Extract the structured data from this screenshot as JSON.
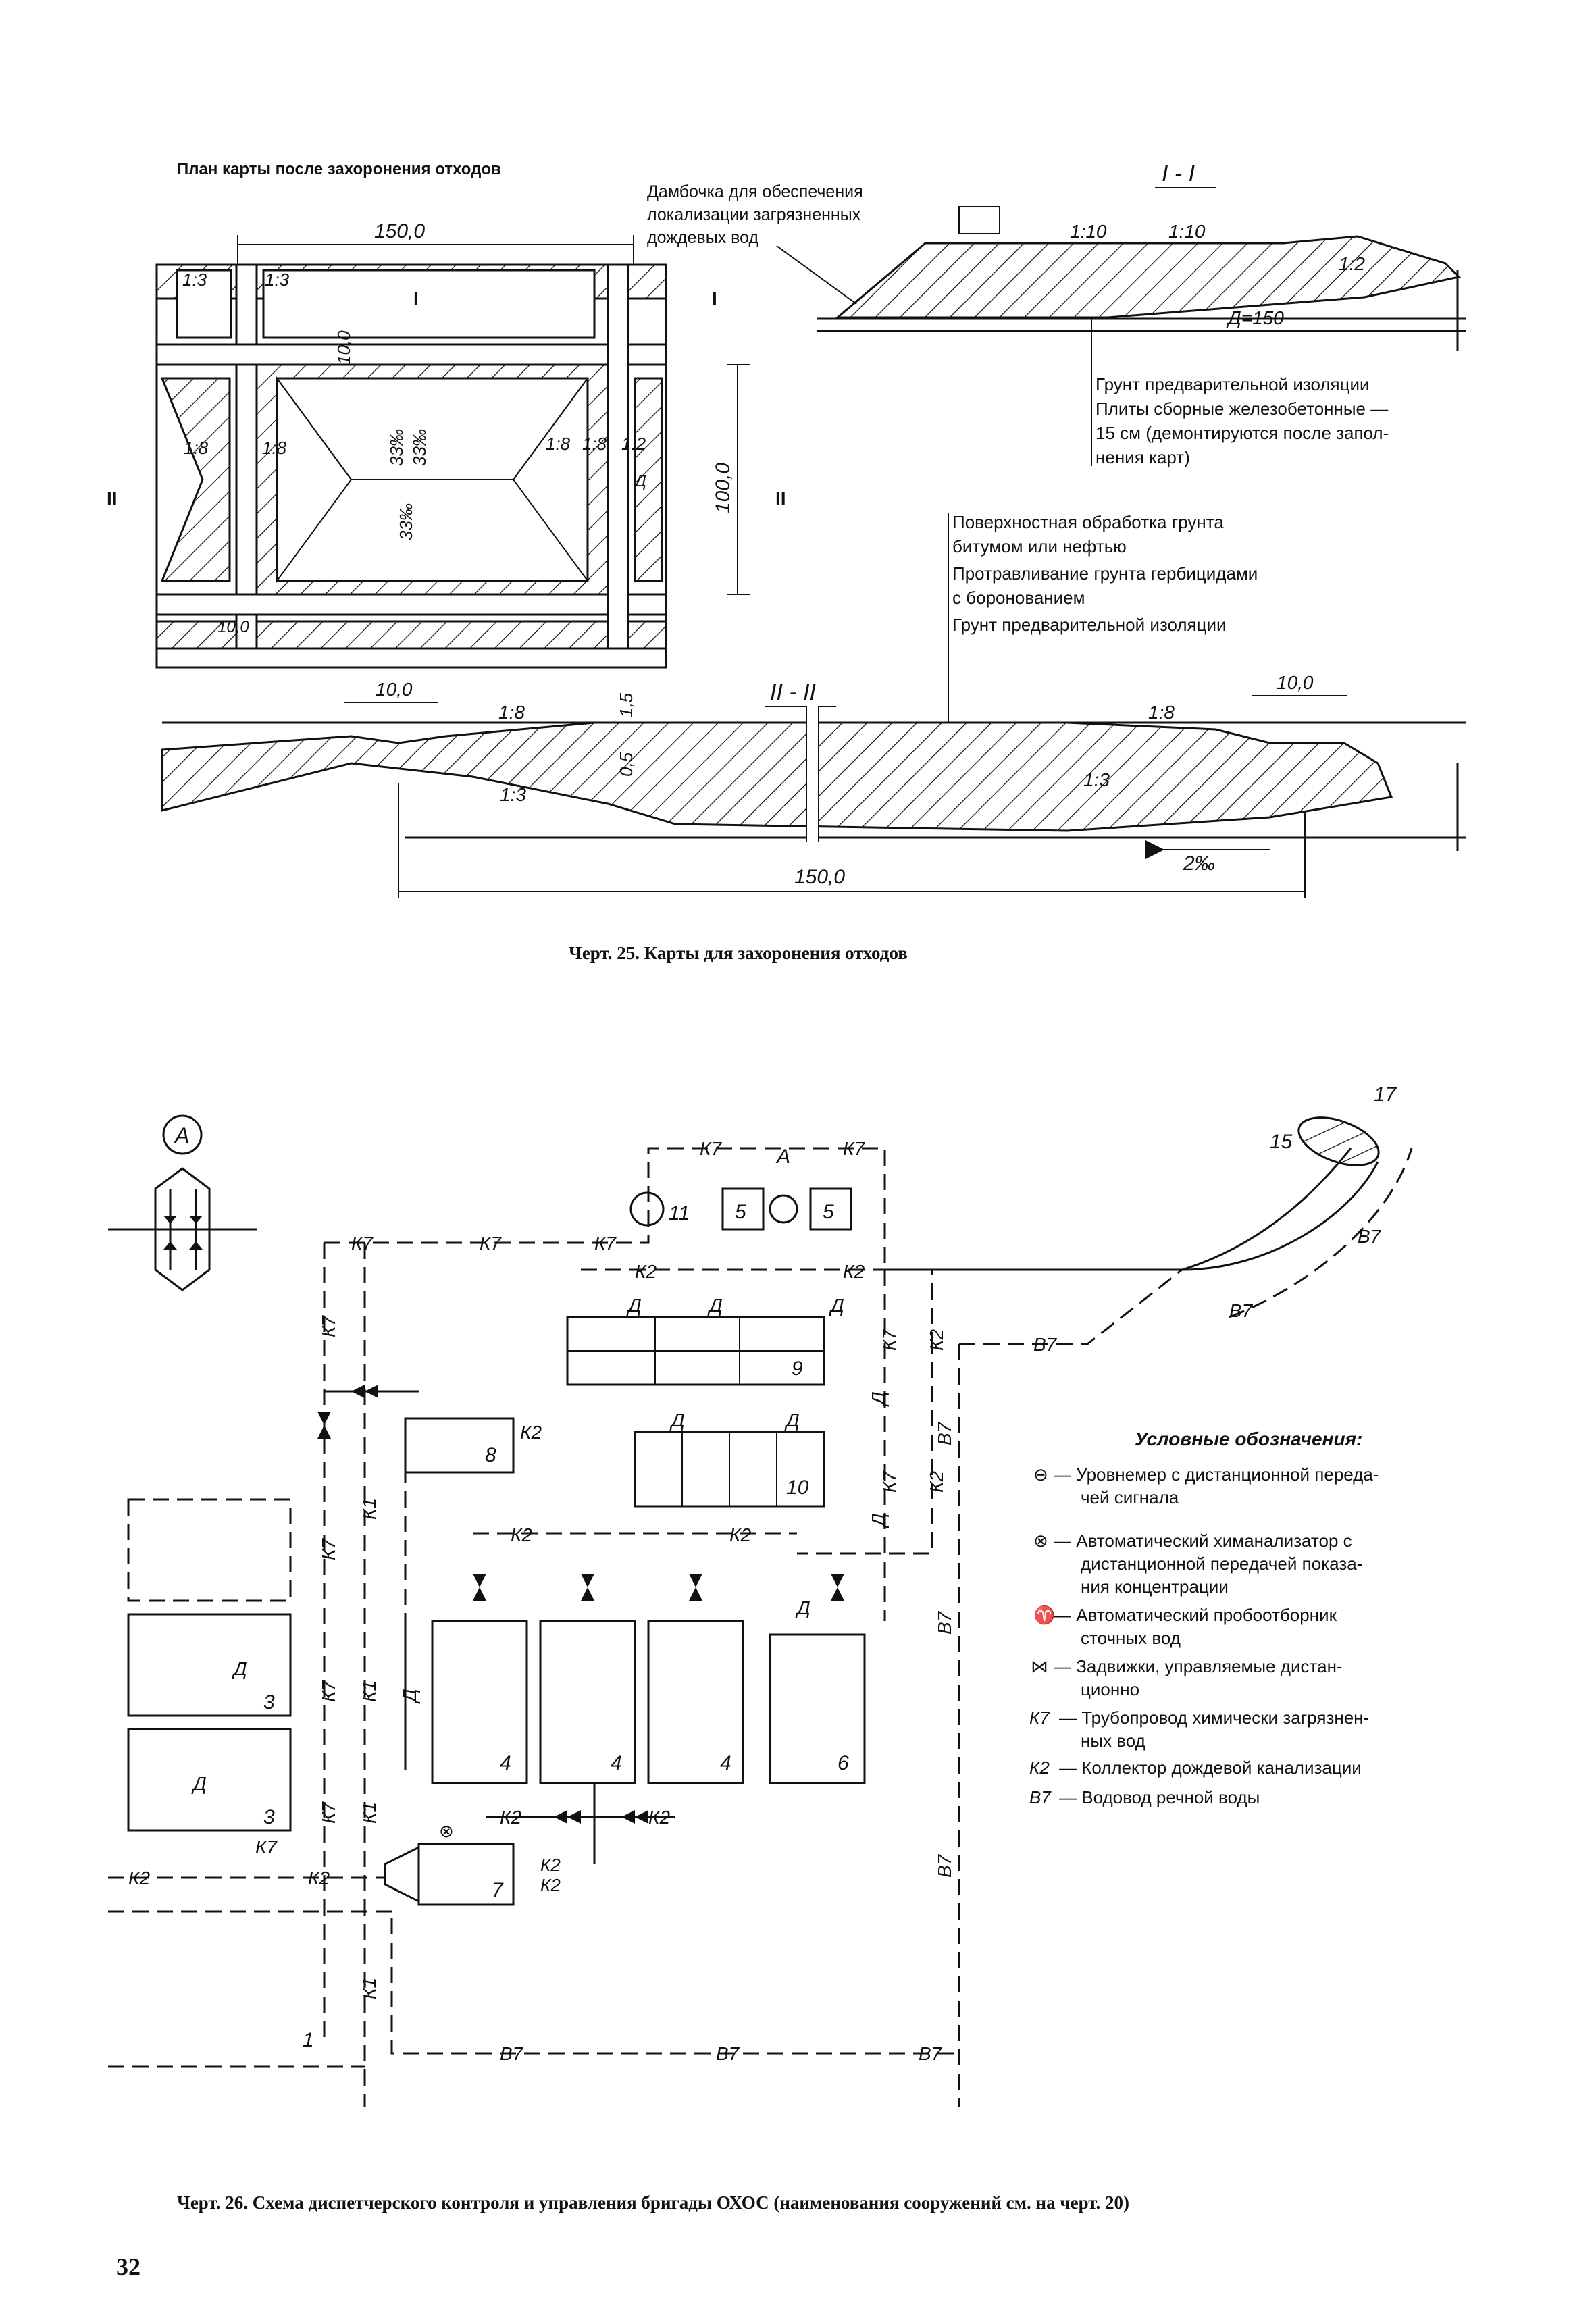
{
  "fig25": {
    "plan_title": "План карты после захоронения отходов",
    "dim_150_top": "150,0",
    "dim_10_top": "10,0",
    "dim_10_bottom": "10,0",
    "dim_100": "100,0",
    "slope_13a": "1:3",
    "slope_13b": "1:3",
    "slope_18a": "1:8",
    "slope_18b": "1:8",
    "slope_18c": "1:8",
    "slope_18d": "1:8",
    "slope_12": "1:2",
    "grade_33a": "33‰",
    "grade_33b": "33‰",
    "grade_33c": "33‰",
    "cut_I": "I",
    "cut_II": "II",
    "mark_D": "Д",
    "section_I_title": "I - I",
    "dam_note_1": "Дамбочка для обеспечения",
    "dam_note_2": "локализации загрязненных",
    "dam_note_3": "дождевых вод",
    "sec1_slope_110a": "1:10",
    "sec1_slope_110b": "1:10",
    "sec1_slope_12": "1:2",
    "sec1_D150": "Д=150",
    "note_iso_1": "Грунт предварительной изоляции",
    "note_iso_2": "Плиты сборные железобетонные —",
    "note_iso_3": "15 см (демонтируются после запол-",
    "note_iso_4": "нения карт)",
    "note_surf_1": "Поверхностная обработка грунта",
    "note_surf_2": "битумом или нефтью",
    "note_surf_3": "Протравливание грунта гербицидами",
    "note_surf_4": "с боронованием",
    "note_surf_5": "Грунт предварительной изоляции",
    "section_II_title": "II - II",
    "sec2_dim_10a": "10,0",
    "sec2_dim_10b": "10,0",
    "sec2_slope_18a": "1:8",
    "sec2_slope_18b": "1:8",
    "sec2_slope_13a": "1:3",
    "sec2_slope_13b": "1:3",
    "sec2_dim_15": "1,5",
    "sec2_dim_05": "0,5",
    "sec2_dim_150": "150,0",
    "sec2_grade": "2‰",
    "caption": "Черт. 25. Карты для захоронения отходов"
  },
  "fig26": {
    "callout_A": "А",
    "label_A": "А",
    "pipes": {
      "K7": "К7",
      "K2": "К2",
      "K1": "К1",
      "B7": "В7",
      "D": "Д"
    },
    "nodes": {
      "n1": "1",
      "n3a": "3",
      "n3b": "3",
      "n4a": "4",
      "n4b": "4",
      "n4c": "4",
      "n5a": "5",
      "n5b": "5",
      "n6": "6",
      "n7": "7",
      "n8": "8",
      "n9": "9",
      "n10": "10",
      "n11": "11",
      "n15": "15",
      "n17": "17"
    },
    "legend": {
      "title": "Условные обозначения:",
      "items": [
        {
          "sym": "⊖",
          "l1": "— Уровнемер с дистанционной переда-",
          "l2": "чей сигнала",
          "l3": ""
        },
        {
          "sym": "⊗",
          "l1": "— Автоматический химанализатор с",
          "l2": "дистанционной передачей показа-",
          "l3": "ния концентрации"
        },
        {
          "sym": "♈",
          "l1": "— Автоматический пробоотборник",
          "l2": "сточных вод",
          "l3": ""
        },
        {
          "sym": "⋈",
          "l1": "— Задвижки, управляемые дистан-",
          "l2": "ционно",
          "l3": ""
        },
        {
          "sym": "К7",
          "l1": "— Трубопровод химически загрязнен-",
          "l2": "ных вод",
          "l3": ""
        },
        {
          "sym": "К2",
          "l1": "— Коллектор дождевой канализации",
          "l2": "",
          "l3": ""
        },
        {
          "sym": "В7",
          "l1": "— Водовод речной воды",
          "l2": "",
          "l3": ""
        }
      ]
    },
    "caption": "Черт. 26. Схема диспетчерского контроля и управления бригады ОХОС (наименования сооружений см. на черт. 20)"
  },
  "page_number": "32"
}
